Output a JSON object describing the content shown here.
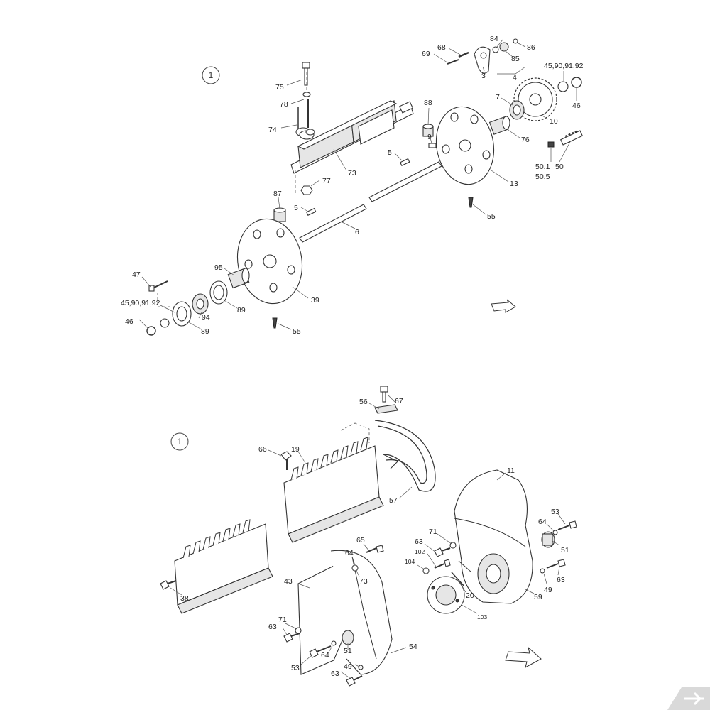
{
  "section_markers": {
    "top": "1",
    "bottom": "1"
  },
  "top_labels": {
    "l75": "75",
    "l78": "78",
    "l74": "74",
    "l73": "73",
    "l77": "77",
    "l87": "87",
    "l5a": "5",
    "l5b": "5",
    "l6": "6",
    "l88": "88",
    "l9": "9",
    "l13": "13",
    "l55a": "55",
    "l69": "69",
    "l68": "68",
    "l3": "3",
    "l84": "84",
    "l85": "85",
    "l86": "86",
    "l4": "4",
    "l45a": "45,90,91,92",
    "l46a": "46",
    "l7": "7",
    "l10": "10",
    "l76": "76",
    "l501": "50.1",
    "l505": "50.5",
    "l50": "50",
    "l47": "47",
    "l95": "95",
    "l45b": "45,90,91,92",
    "l46b": "46",
    "l89a": "89",
    "l94": "94",
    "l89b": "89",
    "l39": "39",
    "l55b": "55"
  },
  "bottom_labels": {
    "l56": "56",
    "l67": "67",
    "l66": "66",
    "l19": "19",
    "l57": "57",
    "l11": "11",
    "l38": "38",
    "l65": "65",
    "l64a": "64",
    "l73": "73",
    "l43": "43",
    "l71a": "71",
    "l63a": "63",
    "l102": "102",
    "l104": "104",
    "l20": "20",
    "l103": "103",
    "l53a": "53",
    "l64b": "64",
    "l51a": "51",
    "l63b": "63",
    "l49a": "49",
    "l59": "59",
    "l71b": "71",
    "l63c": "63",
    "l64c": "64",
    "l51b": "51",
    "l53b": "53",
    "l49b": "49",
    "l63d": "63",
    "l54": "54"
  }
}
